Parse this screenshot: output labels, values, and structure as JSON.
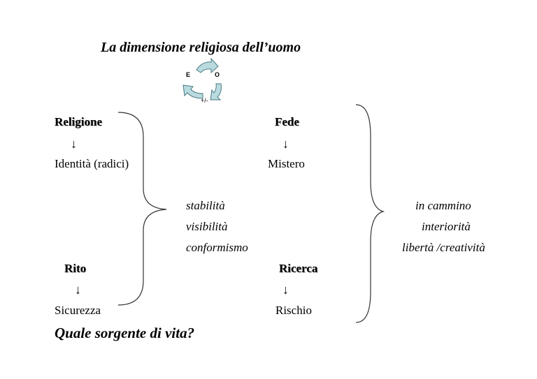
{
  "title": "La dimensione religiosa  dell’uomo",
  "cycle": {
    "e": "E",
    "o": "O",
    "pm": "+/-"
  },
  "left": {
    "top_heading": "Religione",
    "top_arrow": "↓",
    "top_item": "Identità (radici)",
    "bottom_heading": "Rito",
    "bottom_arrow": "↓",
    "bottom_item": "Sicurezza"
  },
  "left_qualities": [
    "stabilità",
    "visibilità",
    "conformismo"
  ],
  "right": {
    "top_heading": "Fede",
    "top_arrow": "↓",
    "top_item": "Mistero",
    "bottom_heading": "Ricerca",
    "bottom_arrow": "↓",
    "bottom_item": "Rischio"
  },
  "right_qualities": [
    "in cammino",
    "interiorità",
    "libertà /creatività"
  ],
  "question": "Quale sorgente di vita?",
  "colors": {
    "cycle_arrow_fill": "#b9dbe0",
    "cycle_arrow_stroke": "#4a7a82"
  }
}
